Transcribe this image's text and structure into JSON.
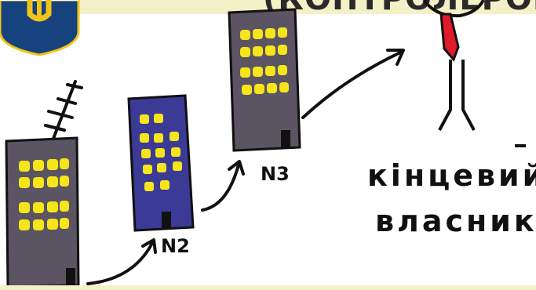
{
  "banner": {
    "title": "(КОНТРОЛЕРОМ) ЯКІЙ",
    "color": "#f4f0c8"
  },
  "labels": {
    "building_2": "N2",
    "building_3": "N3",
    "final_owner_line1": "кінцевий",
    "final_owner_line2": "власник"
  },
  "colors": {
    "building_gray": "#5b5463",
    "building_blue": "#3b3a96",
    "window_yellow": "#f5e51a",
    "tie_red": "#e0192b",
    "shield_blue": "#16437e",
    "shield_yellow": "#f2c418"
  },
  "icons": [
    "shield-logo-icon",
    "antenna-icon",
    "arrow-icon",
    "person-icon"
  ]
}
